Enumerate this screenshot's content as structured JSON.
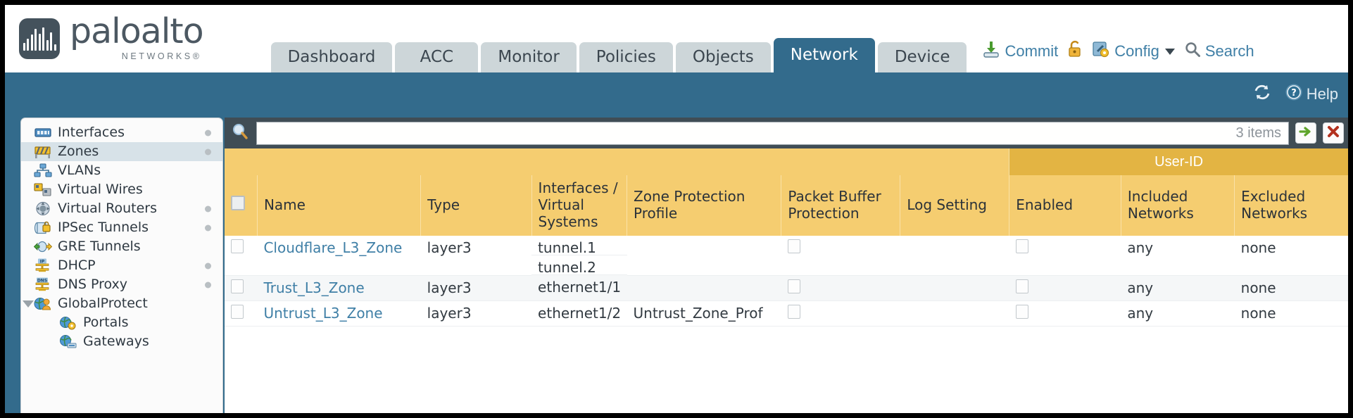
{
  "brand": {
    "name": "paloalto",
    "tagline": "NETWORKS",
    "registered": "®"
  },
  "nav": {
    "tabs": [
      {
        "label": "Dashboard",
        "active": false
      },
      {
        "label": "ACC",
        "active": false
      },
      {
        "label": "Monitor",
        "active": false
      },
      {
        "label": "Policies",
        "active": false
      },
      {
        "label": "Objects",
        "active": false
      },
      {
        "label": "Network",
        "active": true
      },
      {
        "label": "Device",
        "active": false
      }
    ],
    "active_tab": "Network"
  },
  "top_actions": {
    "commit": "Commit",
    "config": "Config",
    "search": "Search",
    "lock_icon": "padlock-icon",
    "commit_icon": "commit-icon",
    "config_icon": "config-wrench-icon",
    "search_icon": "magnifier-icon",
    "caret": "chevron-down-icon"
  },
  "band": {
    "refresh_icon": "refresh-icon",
    "help_label": "Help",
    "help_icon": "help-question-icon"
  },
  "sidebar": {
    "items": [
      {
        "label": "Interfaces",
        "icon": "interfaces-icon",
        "selected": false,
        "dot": true,
        "child": false,
        "expander": false
      },
      {
        "label": "Zones",
        "icon": "zones-icon",
        "selected": true,
        "dot": true,
        "child": false,
        "expander": false
      },
      {
        "label": "VLANs",
        "icon": "vlans-icon",
        "selected": false,
        "dot": false,
        "child": false,
        "expander": false
      },
      {
        "label": "Virtual Wires",
        "icon": "virtual-wires-icon",
        "selected": false,
        "dot": false,
        "child": false,
        "expander": false
      },
      {
        "label": "Virtual Routers",
        "icon": "virtual-routers-icon",
        "selected": false,
        "dot": true,
        "child": false,
        "expander": false
      },
      {
        "label": "IPSec Tunnels",
        "icon": "ipsec-tunnels-icon",
        "selected": false,
        "dot": true,
        "child": false,
        "expander": false
      },
      {
        "label": "GRE Tunnels",
        "icon": "gre-tunnels-icon",
        "selected": false,
        "dot": false,
        "child": false,
        "expander": false
      },
      {
        "label": "DHCP",
        "icon": "dhcp-icon",
        "selected": false,
        "dot": true,
        "child": false,
        "expander": false
      },
      {
        "label": "DNS Proxy",
        "icon": "dns-proxy-icon",
        "selected": false,
        "dot": true,
        "child": false,
        "expander": false
      },
      {
        "label": "GlobalProtect",
        "icon": "globalprotect-icon",
        "selected": false,
        "dot": false,
        "child": false,
        "expander": true
      },
      {
        "label": "Portals",
        "icon": "portals-icon",
        "selected": false,
        "dot": false,
        "child": true,
        "expander": false
      },
      {
        "label": "Gateways",
        "icon": "gateways-icon",
        "selected": false,
        "dot": false,
        "child": true,
        "expander": false
      }
    ]
  },
  "filter": {
    "search_icon": "magnifier-icon",
    "value": "",
    "placeholder": "",
    "item_count": "3 items",
    "apply_icon": "green-arrow-apply-icon",
    "clear_icon": "red-x-clear-icon"
  },
  "table": {
    "group_headers": [
      {
        "label": "",
        "span": 7
      },
      {
        "label": "User-ID",
        "span": 3
      }
    ],
    "columns": [
      "Name",
      "Type",
      "Interfaces / Virtual Systems",
      "Zone Protection Profile",
      "Packet Buffer Protection",
      "Log Setting",
      "Enabled",
      "Included Networks",
      "Excluded Networks"
    ],
    "rows": [
      {
        "selected": false,
        "name": "Cloudflare_L3_Zone",
        "type": "layer3",
        "interfaces": [
          "tunnel.1",
          "tunnel.2"
        ],
        "zone_protection_profile": "",
        "packet_buffer_protection": false,
        "log_setting": "",
        "user_id_enabled": false,
        "included_networks": "any",
        "excluded_networks": "none"
      },
      {
        "selected": false,
        "name": "Trust_L3_Zone",
        "type": "layer3",
        "interfaces": [
          "ethernet1/1"
        ],
        "zone_protection_profile": "",
        "packet_buffer_protection": false,
        "log_setting": "",
        "user_id_enabled": false,
        "included_networks": "any",
        "excluded_networks": "none"
      },
      {
        "selected": false,
        "name": "Untrust_L3_Zone",
        "type": "layer3",
        "interfaces": [
          "ethernet1/2"
        ],
        "zone_protection_profile": "Untrust_Zone_Prof",
        "packet_buffer_protection": false,
        "log_setting": "",
        "user_id_enabled": false,
        "included_networks": "any",
        "excluded_networks": "none"
      }
    ]
  },
  "colors": {
    "header_blue": "#336b8c",
    "tab_inactive": "#cdd6d9",
    "table_header_gold": "#f5cd70",
    "group_header_gold": "#e3b443",
    "link_blue": "#3f7fa6",
    "panel_dark": "#404d55"
  }
}
